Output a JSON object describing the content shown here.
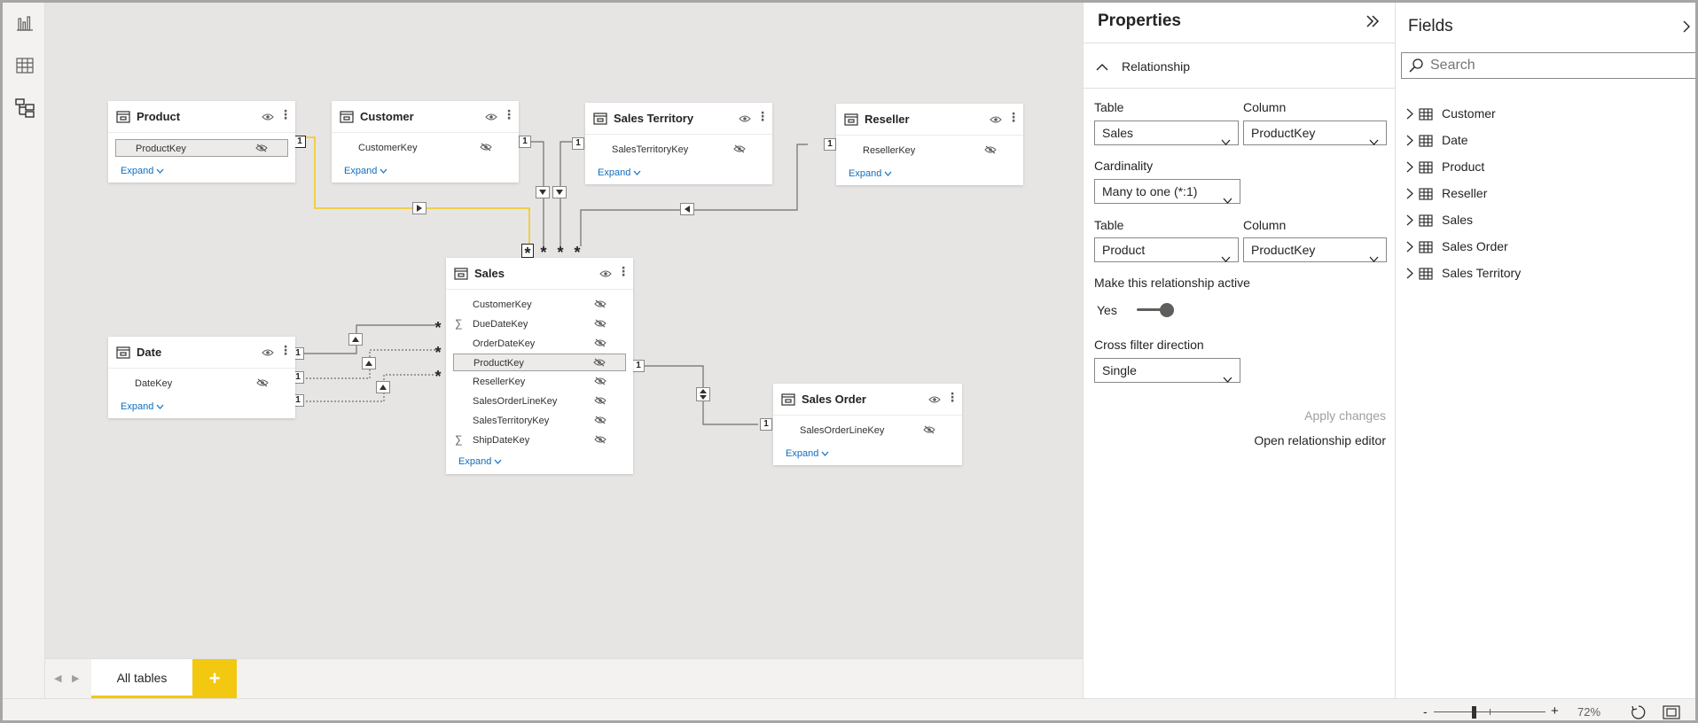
{
  "tables": {
    "product": {
      "title": "Product",
      "fields": [
        "ProductKey"
      ],
      "expand": "Expand"
    },
    "customer": {
      "title": "Customer",
      "fields": [
        "CustomerKey"
      ],
      "expand": "Expand"
    },
    "sales_territory": {
      "title": "Sales Territory",
      "fields": [
        "SalesTerritoryKey"
      ],
      "expand": "Expand"
    },
    "reseller": {
      "title": "Reseller",
      "fields": [
        "ResellerKey"
      ],
      "expand": "Expand"
    },
    "sales": {
      "title": "Sales",
      "fields": [
        "CustomerKey",
        "DueDateKey",
        "OrderDateKey",
        "ProductKey",
        "ResellerKey",
        "SalesOrderLineKey",
        "SalesTerritoryKey",
        "ShipDateKey"
      ],
      "expand": "Expand"
    },
    "date": {
      "title": "Date",
      "fields": [
        "DateKey"
      ],
      "expand": "Expand"
    },
    "sales_order": {
      "title": "Sales Order",
      "fields": [
        "SalesOrderLineKey"
      ],
      "expand": "Expand"
    }
  },
  "cardinality_marks": {
    "one": "1",
    "many": "*"
  },
  "tabs": {
    "all_tables": "All tables",
    "add": "+"
  },
  "properties": {
    "title": "Properties",
    "section": "Relationship",
    "table_label": "Table",
    "column_label": "Column",
    "table1": "Sales",
    "column1": "ProductKey",
    "cardinality_label": "Cardinality",
    "cardinality_value": "Many to one (*:1)",
    "table2": "Product",
    "column2": "ProductKey",
    "active_label": "Make this relationship active",
    "active_value": "Yes",
    "crossfilter_label": "Cross filter direction",
    "crossfilter_value": "Single",
    "apply": "Apply changes",
    "open_editor": "Open relationship editor"
  },
  "fields_pane": {
    "title": "Fields",
    "search_placeholder": "Search",
    "items": [
      "Customer",
      "Date",
      "Product",
      "Reseller",
      "Sales",
      "Sales Order",
      "Sales Territory"
    ]
  },
  "status": {
    "minus": "-",
    "plus": "+",
    "zoom": "72%"
  },
  "colors": {
    "accent": "#f2c811",
    "selected_line": "#f2c811",
    "link": "#106ebe"
  }
}
